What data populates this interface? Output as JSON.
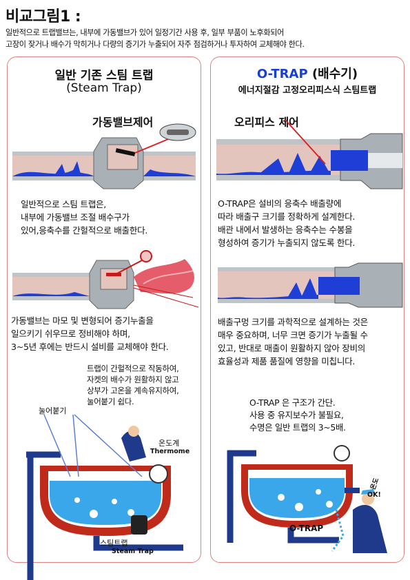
{
  "title": "비교그림1 :",
  "intro": [
    "일반적으로 트랩밸브는, 내부에 가동밸브가 있어 일정기간 사용 후, 일부 부품이 노후화되어",
    "고장이 잦거나 배수가 막히거나 다량의 증기가 누출되어 자주 점검하거나 투자하여 교체해야 한다."
  ],
  "left": {
    "heading": "일반 기존 스팀 트랩",
    "subheading": "(Steam Trap)",
    "label1": "가동밸브제어",
    "para1": [
      "일반적으로 스팀 트랩은,",
      "내부에 가동밸브 조절 배수구가",
      "있어,응축수를 간헐적으로 배출한다."
    ],
    "para2": [
      "가동밸브는 마모 및 변형되어 증기누출을",
      "일으키기 쉬우므로 정비해야 하며,",
      "3~5년 후에는 반드시 설비를 교체해야 한다."
    ],
    "para3": [
      "트랩이 간헐적으로 작동하여,",
      "자켓의 배수가 원활하지 않고",
      "상부가 고온을 계속유지하여,",
      "눌어붙기 쉽다."
    ],
    "callout_scorch": "눌어붙기",
    "callout_thermo": "온도계",
    "callout_thermo_en": "Thermome",
    "callout_trap": "스팀트랩",
    "callout_trap_en": "Steam Trap"
  },
  "right": {
    "heading_prefix": "O-TRAP",
    "heading_suffix": "(배수기)",
    "subheading": "에너지절감 고정오리피스식 스팀트랩",
    "label1": "오리피스 제어",
    "para1": [
      "O-TRAP은 설비의 응축수 배출량에",
      "따라 배출구 크기를 정확하게 설계한다.",
      "배관 내에서 발생하는 응축수는 수봉을",
      "형성하여 증기가 누출되지 않도록 한다."
    ],
    "para2": [
      "배출구멍 크기를 과학적으로 설계하는 것은",
      "매우 중요하며, 너무 크면 증기가 누출될 수",
      "있고, 반대로 매출이 원활하지 않아 장비의",
      "효율성과 제품 품질에 영향을 미칩니다."
    ],
    "para3": [
      "O-TRAP 은 구조가 간단.",
      "사용 중 유지보수가 불필요,",
      "수명은 일반 트랩의 3~5배."
    ],
    "callout_temp": "온도",
    "callout_ok": "OK!",
    "callout_otrap": "O-TRAP"
  },
  "colors": {
    "panel_border": "#e08080",
    "accent_blue": "#1a3fd0",
    "water_blue": "#1f3ed6",
    "pipe_pink": "#e3c5bd",
    "steel": "#a9b0b6",
    "jacket_red": "#c02a1a"
  }
}
